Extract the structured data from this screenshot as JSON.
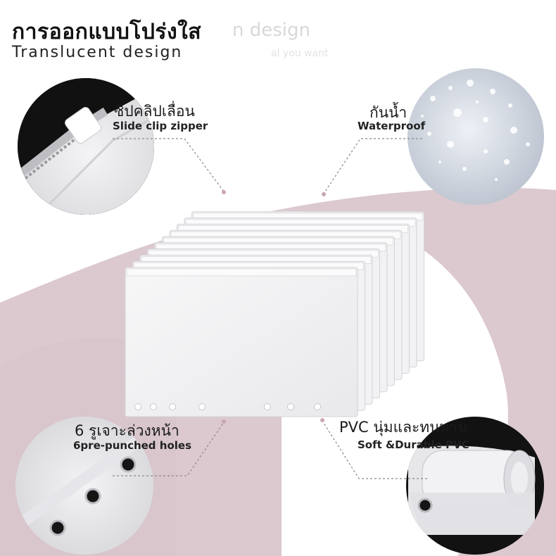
{
  "header": {
    "title_th": "การออกแบบโปร่งใส",
    "title_en": "Translucent design",
    "ghost_title": "n design",
    "ghost_subtitle": "al you want"
  },
  "features": {
    "zipper": {
      "label_th": "ซิปคลิปเลื่อน",
      "label_en": "Slide clip zipper"
    },
    "waterproof": {
      "label_th": "กันน้ำ",
      "label_en": "Waterproof"
    },
    "holes": {
      "label_th": "6 รูเจาะล่วงหน้า",
      "label_en": "6pre-punched holes"
    },
    "pvc": {
      "label_th": "PVC นุ่มและทนทาน",
      "label_en": "Soft &Durable PVC"
    }
  },
  "colors": {
    "background": "#ffffff",
    "pink_accent": "#d9c7cc",
    "dark_background": "#111111",
    "pocket_fill": "#f1f1f3"
  }
}
